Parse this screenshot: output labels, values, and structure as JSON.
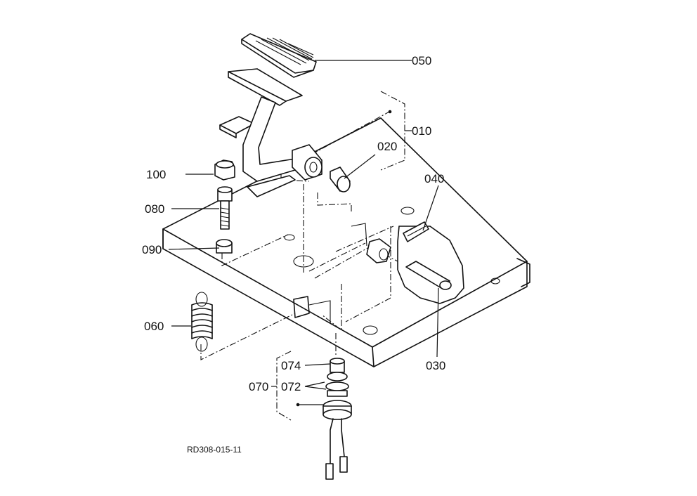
{
  "diagram": {
    "parts": [
      {
        "id": "p010",
        "label": "010"
      },
      {
        "id": "p020",
        "label": "020"
      },
      {
        "id": "p030",
        "label": "030"
      },
      {
        "id": "p040",
        "label": "040"
      },
      {
        "id": "p050",
        "label": "050"
      },
      {
        "id": "p060",
        "label": "060"
      },
      {
        "id": "p070",
        "label": "070"
      },
      {
        "id": "p072",
        "label": "072"
      },
      {
        "id": "p074",
        "label": "074"
      },
      {
        "id": "p080",
        "label": "080"
      },
      {
        "id": "p090",
        "label": "090"
      },
      {
        "id": "p100",
        "label": "100"
      }
    ],
    "reference_code": "RD308-015-11"
  }
}
